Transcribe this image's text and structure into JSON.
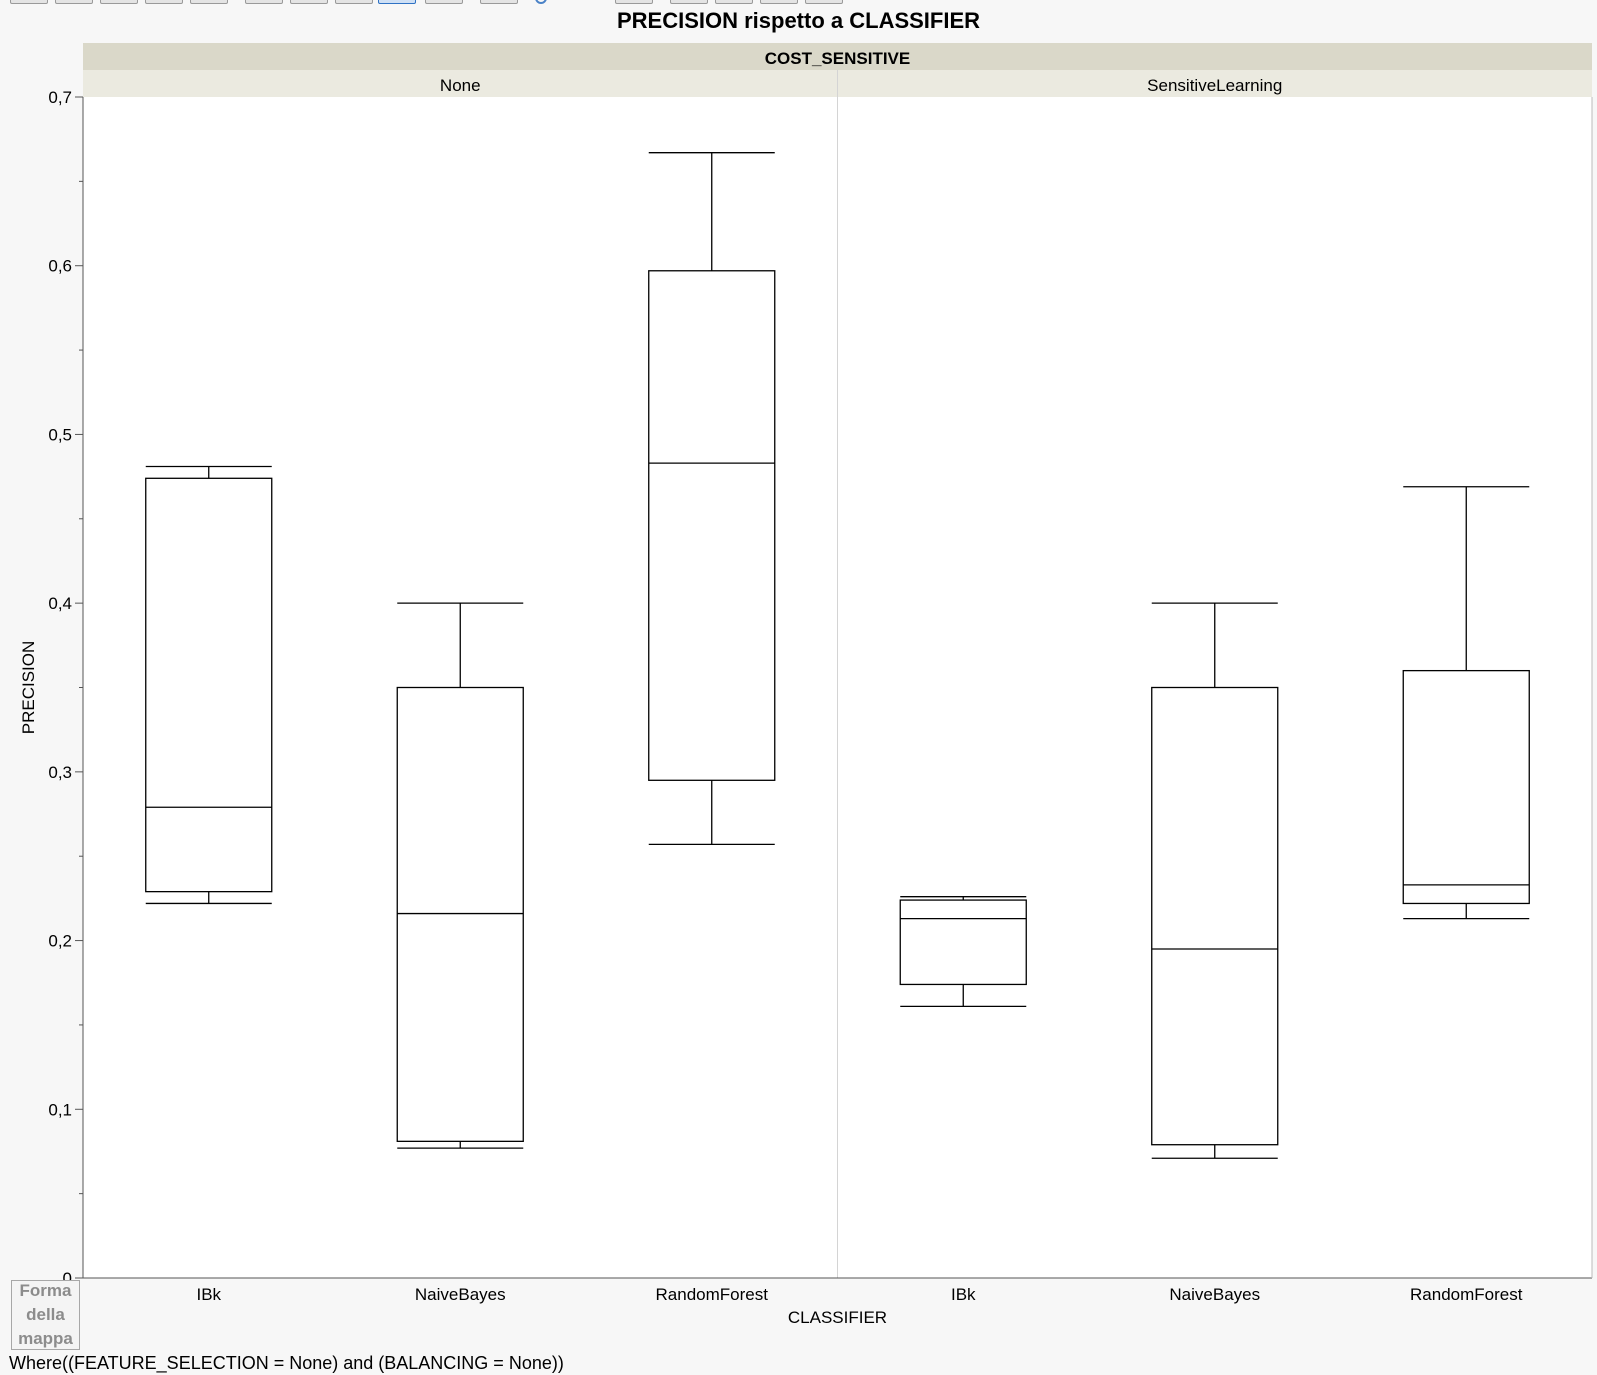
{
  "toolbar": {
    "active_index": 8
  },
  "legend_button": {
    "label": "Forma\ndella\nmappa"
  },
  "footer": {
    "where": "Where((FEATURE_SELECTION = None) and (BALANCING = None))"
  },
  "colors": {
    "group_header_bg": "#dad8c9",
    "panel_header_bg": "#ebeae0",
    "plot_bg": "#ffffff",
    "box_stroke": "#000000",
    "separator": "#d4d4d4"
  },
  "chart_data": {
    "type": "box",
    "title": "PRECISION rispetto a CLASSIFIER",
    "group_header": "COST_SENSITIVE",
    "ylabel": "PRECISION",
    "xlabel": "CLASSIFIER",
    "ylim": [
      0,
      0.7
    ],
    "yticks": [
      {
        "value": 0,
        "label": "0"
      },
      {
        "value": 0.1,
        "label": "0,1"
      },
      {
        "value": 0.2,
        "label": "0,2"
      },
      {
        "value": 0.3,
        "label": "0,3"
      },
      {
        "value": 0.4,
        "label": "0,4"
      },
      {
        "value": 0.5,
        "label": "0,5"
      },
      {
        "value": 0.6,
        "label": "0,6"
      },
      {
        "value": 0.7,
        "label": "0,7"
      }
    ],
    "grid": false,
    "panels": [
      {
        "name": "None",
        "categories": [
          {
            "name": "IBk",
            "min": 0.222,
            "q1": 0.229,
            "median": 0.279,
            "q3": 0.474,
            "max": 0.481
          },
          {
            "name": "NaiveBayes",
            "min": 0.077,
            "q1": 0.081,
            "median": 0.216,
            "q3": 0.35,
            "max": 0.4
          },
          {
            "name": "RandomForest",
            "min": 0.257,
            "q1": 0.295,
            "median": 0.483,
            "q3": 0.597,
            "max": 0.667
          }
        ]
      },
      {
        "name": "SensitiveLearning",
        "categories": [
          {
            "name": "IBk",
            "min": 0.161,
            "q1": 0.174,
            "median": 0.213,
            "q3": 0.224,
            "max": 0.226
          },
          {
            "name": "NaiveBayes",
            "min": 0.071,
            "q1": 0.079,
            "median": 0.195,
            "q3": 0.35,
            "max": 0.4
          },
          {
            "name": "RandomForest",
            "min": 0.213,
            "q1": 0.222,
            "median": 0.233,
            "q3": 0.36,
            "max": 0.469
          }
        ]
      }
    ]
  }
}
